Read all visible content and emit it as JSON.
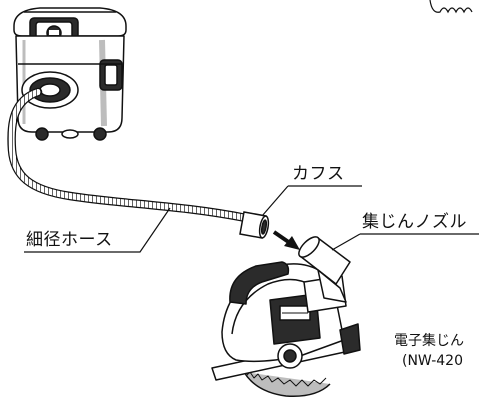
{
  "labels": {
    "cuff": "カフス",
    "hose": "細径ホース",
    "nozzle": "集じんノズル",
    "model_name": "電子集じん",
    "model_code": "(NW-420"
  },
  "colors": {
    "ink": "#111111",
    "background": "#ffffff",
    "shade": "#bdbdbd",
    "dark_fill": "#2b2b2b"
  },
  "icons": [
    "vacuum-cleaner-icon",
    "circular-saw-icon",
    "arrow-icon"
  ]
}
